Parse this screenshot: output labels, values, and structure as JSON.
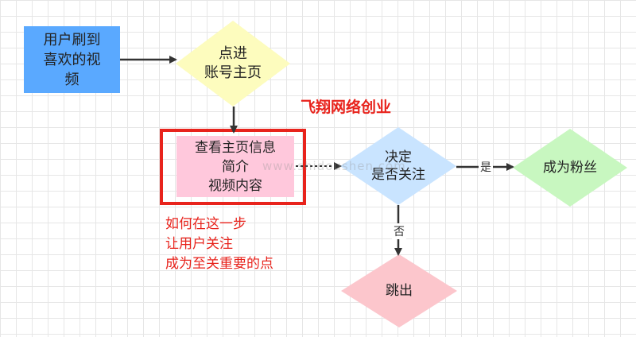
{
  "nodes": {
    "start": {
      "text": "用户刷到\n喜欢的视\n频",
      "color": "#5aa9ff"
    },
    "visit_profile": {
      "text": "点进\n账号主页",
      "color": "#fdfcbe"
    },
    "view_info": {
      "text": "查看主页信息\n简介\n视频内容",
      "color": "#ffc8dc"
    },
    "decide": {
      "text": "决定\n是否关注",
      "color": "#c9e4ff"
    },
    "become_fan": {
      "text": "成为粉丝",
      "color": "#c8f7c0"
    },
    "exit": {
      "text": "跳出",
      "color": "#fcc6cc"
    }
  },
  "edges": {
    "yes": "是",
    "no": "否"
  },
  "annotations": {
    "title": "飞翔网络创业",
    "note_lines": [
      "如何在这一步",
      "让用户关注",
      "成为至关重要的点"
    ],
    "highlight_color": "#e8231c"
  },
  "watermark": "www.shidoushen.com"
}
